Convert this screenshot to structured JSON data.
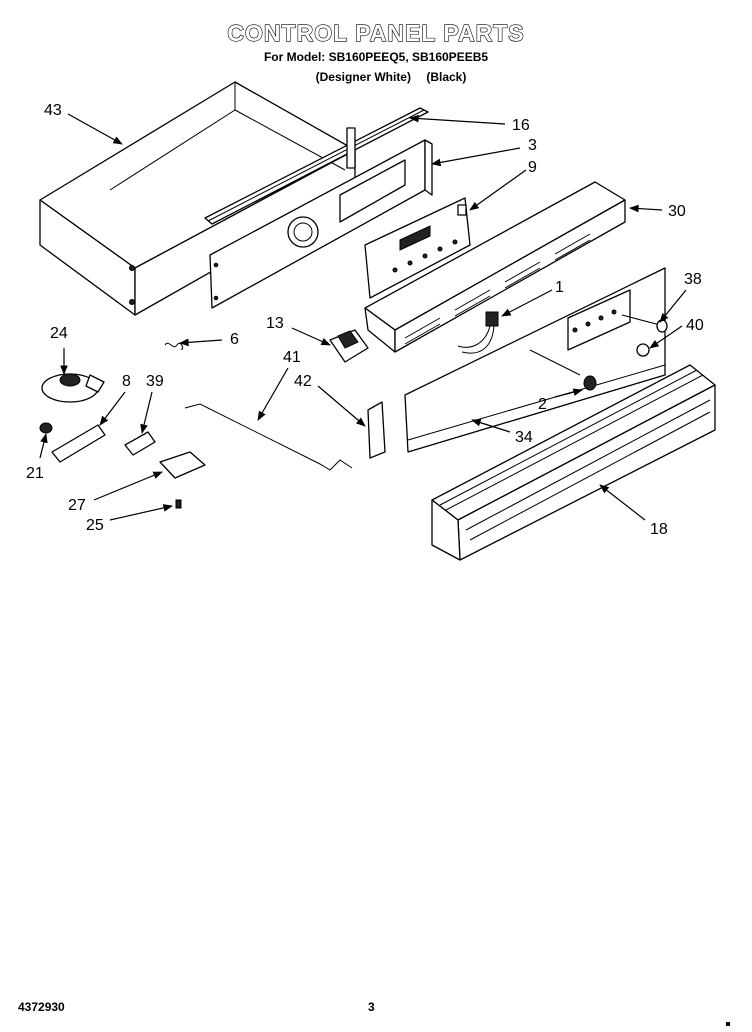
{
  "header": {
    "title": "CONTROL PANEL PARTS",
    "model_line": "For Model: SB160PEEQ5, SB160PEEB5",
    "variant_left": "(Designer White)",
    "variant_right": "(Black)"
  },
  "callouts": {
    "c43": "43",
    "c16": "16",
    "c3": "3",
    "c9": "9",
    "c30": "30",
    "c1": "1",
    "c38": "38",
    "c40": "40",
    "c24": "24",
    "c6": "6",
    "c13": "13",
    "c41": "41",
    "c8": "8",
    "c39": "39",
    "c42": "42",
    "c2": "2",
    "c34": "34",
    "c21": "21",
    "c27": "27",
    "c25": "25",
    "c18": "18"
  },
  "footer": {
    "doc_number": "4372930",
    "page_number": "3"
  }
}
